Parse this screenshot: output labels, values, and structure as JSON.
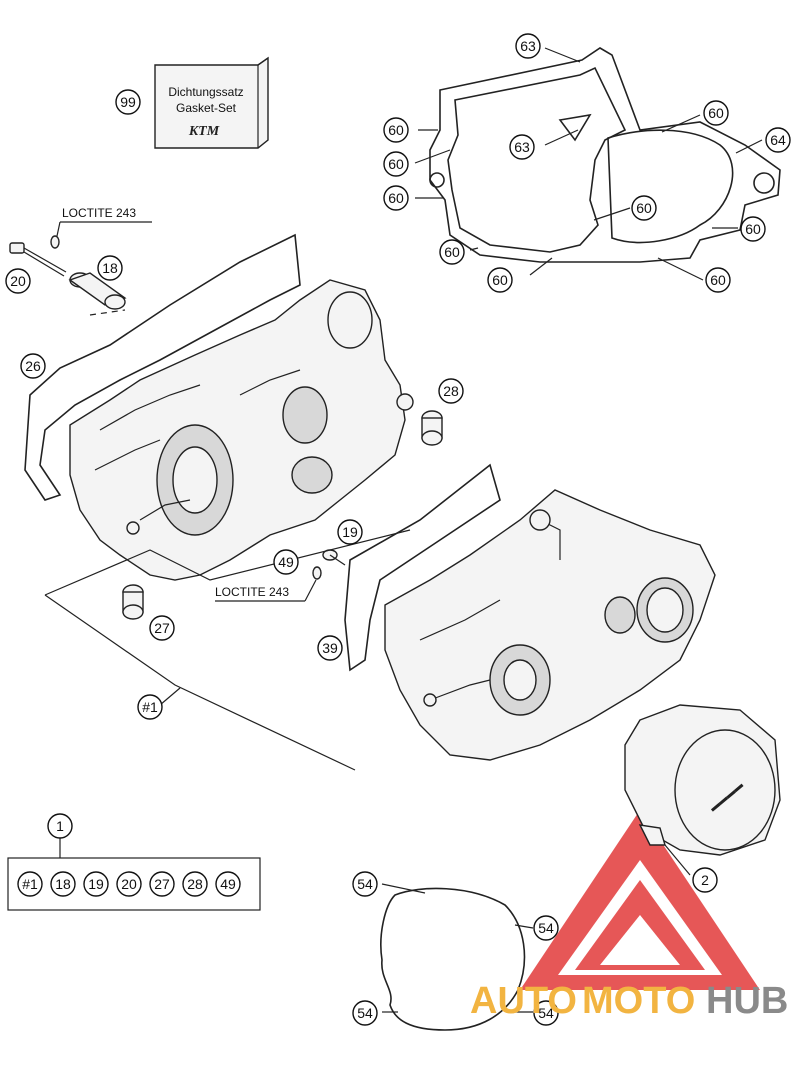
{
  "callouts": {
    "c99": "99",
    "c63a": "63",
    "c63b": "63",
    "c60a": "60",
    "c60b": "60",
    "c60c": "60",
    "c60d": "60",
    "c60e": "60",
    "c60f": "60",
    "c60g": "60",
    "c60h": "60",
    "c64": "64",
    "c20": "20",
    "c18": "18",
    "c26": "26",
    "c28": "28",
    "c19": "19",
    "c49": "49",
    "c27": "27",
    "c39": "39",
    "c1": "#1",
    "c2": "2",
    "c54a": "54",
    "c54b": "54",
    "c54c": "54",
    "c54d": "54",
    "kit": "1"
  },
  "gasket_kit": {
    "line1": "Dichtungssatz",
    "line2": "Gasket-Set",
    "brand": "KTM"
  },
  "loctite": {
    "top": "LOCTITE 243",
    "bottom": "LOCTITE 243"
  },
  "kit_contents": [
    "#1",
    "18",
    "19",
    "20",
    "27",
    "28",
    "49"
  ],
  "watermark": {
    "part1": "AUTO",
    "part2": "MOTO",
    "part3": "HUB",
    "colors": {
      "red": "#e23a3a",
      "orange": "#f2b441",
      "gray": "#8a8a8a"
    }
  }
}
